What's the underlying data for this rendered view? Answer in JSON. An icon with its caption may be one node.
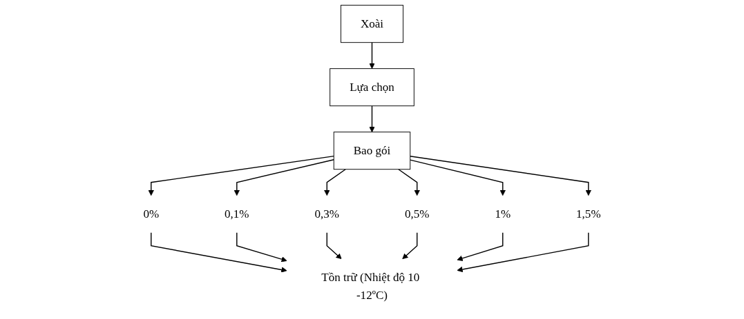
{
  "diagram": {
    "nodes": [
      {
        "text": [
          "Xoài"
        ]
      },
      {
        "text": [
          "Lựa chọn"
        ]
      },
      {
        "text": [
          "Bao gói"
        ]
      },
      {
        "text": [
          "0%"
        ]
      },
      {
        "text": [
          "0,1%"
        ]
      },
      {
        "text": [
          "0,3%"
        ]
      },
      {
        "text": [
          "0,5%"
        ]
      },
      {
        "text": [
          "1%"
        ]
      },
      {
        "text": [
          "1,5%"
        ]
      },
      {
        "text": [
          "Tồn trữ (Nhiệt độ 10 -12ºC)"
        ]
      }
    ],
    "edges": [
      {
        "from": 0,
        "to": 1,
        "arrow": "to"
      },
      {
        "from": 1,
        "to": 2,
        "arrow": "to"
      },
      {
        "from": 2,
        "to": 3,
        "arrow": "to"
      },
      {
        "from": 2,
        "to": 4,
        "arrow": "to"
      },
      {
        "from": 2,
        "to": 5,
        "arrow": "to"
      },
      {
        "from": 2,
        "to": 6,
        "arrow": "to"
      },
      {
        "from": 2,
        "to": 7,
        "arrow": "to"
      },
      {
        "from": 2,
        "to": 8,
        "arrow": "to"
      },
      {
        "from": 3,
        "to": 9,
        "arrow": "to"
      },
      {
        "from": 4,
        "to": 9,
        "arrow": "to"
      },
      {
        "from": 5,
        "to": 9,
        "arrow": "to"
      },
      {
        "from": 6,
        "to": 9,
        "arrow": "to"
      },
      {
        "from": 7,
        "to": 9,
        "arrow": "to"
      },
      {
        "from": 8,
        "to": 9,
        "arrow": "to"
      }
    ]
  }
}
